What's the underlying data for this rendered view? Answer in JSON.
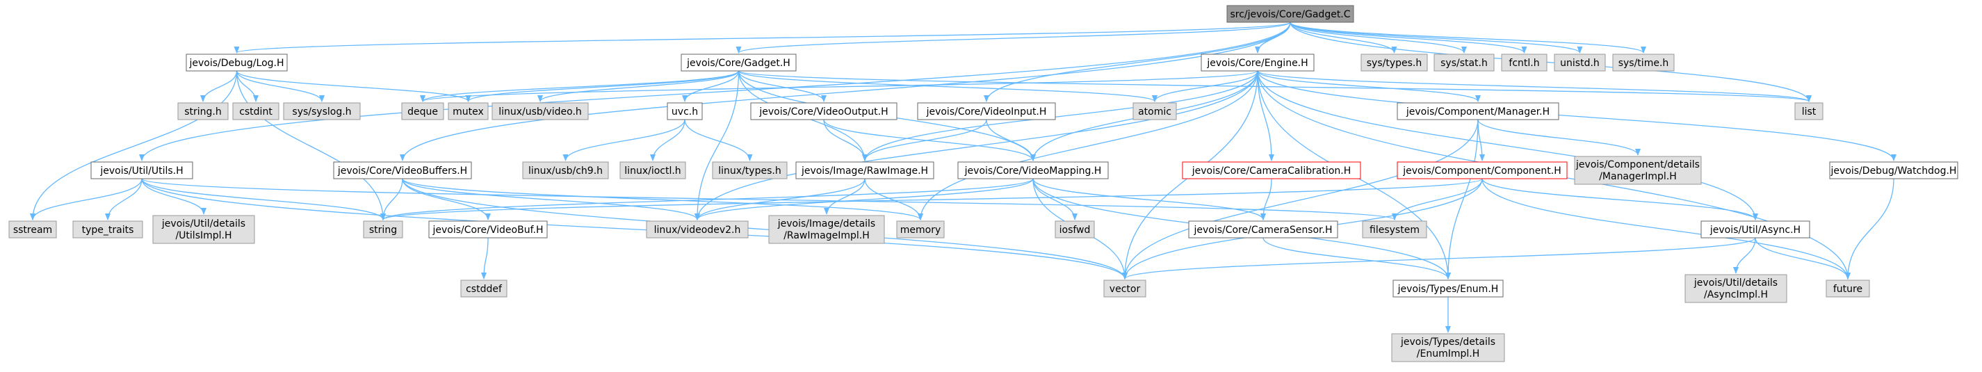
{
  "graph_title": "src/jevois/Core/Gadget.C",
  "colors": {
    "root_fill": "#999999",
    "documented_border": "#666666",
    "undocumented_fill": "#e0e0e0",
    "highlight_border": "#ff0000",
    "edge": "#63b8ff"
  },
  "nodes": {
    "gadget_c": {
      "label": "src/jevois/Core/Gadget.C",
      "kind": "root"
    },
    "log_h": {
      "label": "jevois/Debug/Log.H",
      "kind": "doc"
    },
    "gadget_h": {
      "label": "jevois/Core/Gadget.H",
      "kind": "doc"
    },
    "engine_h": {
      "label": "jevois/Core/Engine.H",
      "kind": "doc"
    },
    "sys_types": {
      "label": "sys/types.h",
      "kind": "sys"
    },
    "sys_stat": {
      "label": "sys/stat.h",
      "kind": "sys"
    },
    "fcntl": {
      "label": "fcntl.h",
      "kind": "sys"
    },
    "unistd": {
      "label": "unistd.h",
      "kind": "sys"
    },
    "sys_time": {
      "label": "sys/time.h",
      "kind": "sys"
    },
    "string_h": {
      "label": "string.h",
      "kind": "sys"
    },
    "cstdint": {
      "label": "cstdint",
      "kind": "sys"
    },
    "syslog": {
      "label": "sys/syslog.h",
      "kind": "sys"
    },
    "deque": {
      "label": "deque",
      "kind": "sys"
    },
    "mutex": {
      "label": "mutex",
      "kind": "sys"
    },
    "usb_video": {
      "label": "linux/usb/video.h",
      "kind": "sys"
    },
    "uvc_h": {
      "label": "uvc.h",
      "kind": "doc"
    },
    "videooutput_h": {
      "label": "jevois/Core/VideoOutput.H",
      "kind": "doc"
    },
    "videoinput_h": {
      "label": "jevois/Core/VideoInput.H",
      "kind": "doc"
    },
    "atomic": {
      "label": "atomic",
      "kind": "sys"
    },
    "compmgr_h": {
      "label": "jevois/Component/Manager.H",
      "kind": "doc"
    },
    "list": {
      "label": "list",
      "kind": "sys"
    },
    "utils_h": {
      "label": "jevois/Util/Utils.H",
      "kind": "doc"
    },
    "videobuffers_h": {
      "label": "jevois/Core/VideoBuffers.H",
      "kind": "doc"
    },
    "usb_ch9": {
      "label": "linux/usb/ch9.h",
      "kind": "sys"
    },
    "ioctl": {
      "label": "linux/ioctl.h",
      "kind": "sys"
    },
    "linux_types": {
      "label": "linux/types.h",
      "kind": "sys"
    },
    "rawimage_h": {
      "label": "jevois/Image/RawImage.H",
      "kind": "doc"
    },
    "videomapping_h": {
      "label": "jevois/Core/VideoMapping.H",
      "kind": "doc"
    },
    "camcal_h": {
      "label": "jevois/Core/CameraCalibration.H",
      "kind": "red"
    },
    "component_h": {
      "label": "jevois/Component/Component.H",
      "kind": "red"
    },
    "mgrimpl_h": {
      "label": [
        "jevois/Component/details",
        "/ManagerImpl.H"
      ],
      "kind": "sys"
    },
    "watchdog_h": {
      "label": "jevois/Debug/Watchdog.H",
      "kind": "doc"
    },
    "sstream": {
      "label": "sstream",
      "kind": "sys"
    },
    "type_traits": {
      "label": "type_traits",
      "kind": "sys"
    },
    "utilsimpl_h": {
      "label": [
        "jevois/Util/details",
        "/UtilsImpl.H"
      ],
      "kind": "sys"
    },
    "string": {
      "label": "string",
      "kind": "sys"
    },
    "videobuf_h": {
      "label": "jevois/Core/VideoBuf.H",
      "kind": "doc"
    },
    "videodev2": {
      "label": "linux/videodev2.h",
      "kind": "sys"
    },
    "rawimageimpl_h": {
      "label": [
        "jevois/Image/details",
        "/RawImageImpl.H"
      ],
      "kind": "sys"
    },
    "memory": {
      "label": "memory",
      "kind": "sys"
    },
    "iosfwd": {
      "label": "iosfwd",
      "kind": "sys"
    },
    "camsensor_h": {
      "label": "jevois/Core/CameraSensor.H",
      "kind": "doc"
    },
    "filesystem": {
      "label": "filesystem",
      "kind": "sys"
    },
    "async_h": {
      "label": "jevois/Util/Async.H",
      "kind": "doc"
    },
    "cstddef": {
      "label": "cstddef",
      "kind": "sys"
    },
    "vector": {
      "label": "vector",
      "kind": "sys"
    },
    "enum_h": {
      "label": "jevois/Types/Enum.H",
      "kind": "doc"
    },
    "asyncimpl_h": {
      "label": [
        "jevois/Util/details",
        "/AsyncImpl.H"
      ],
      "kind": "sys"
    },
    "future": {
      "label": "future",
      "kind": "sys"
    },
    "enumimpl_h": {
      "label": [
        "jevois/Types/details",
        "/EnumImpl.H"
      ],
      "kind": "sys"
    }
  },
  "edges": [
    [
      "gadget_c",
      "log_h"
    ],
    [
      "gadget_c",
      "gadget_h"
    ],
    [
      "gadget_c",
      "engine_h"
    ],
    [
      "gadget_c",
      "sys_types"
    ],
    [
      "gadget_c",
      "sys_stat"
    ],
    [
      "gadget_c",
      "fcntl"
    ],
    [
      "gadget_c",
      "unistd"
    ],
    [
      "gadget_c",
      "sys_time"
    ],
    [
      "gadget_c",
      "utils_h"
    ],
    [
      "gadget_c",
      "videobuffers_h"
    ],
    [
      "gadget_c",
      "videoinput_h"
    ],
    [
      "gadget_c",
      "list"
    ],
    [
      "log_h",
      "string_h"
    ],
    [
      "log_h",
      "cstdint"
    ],
    [
      "log_h",
      "syslog"
    ],
    [
      "log_h",
      "mutex"
    ],
    [
      "log_h",
      "sstream"
    ],
    [
      "log_h",
      "string"
    ],
    [
      "gadget_h",
      "deque"
    ],
    [
      "gadget_h",
      "mutex"
    ],
    [
      "gadget_h",
      "usb_video"
    ],
    [
      "gadget_h",
      "uvc_h"
    ],
    [
      "gadget_h",
      "videooutput_h"
    ],
    [
      "gadget_h",
      "atomic"
    ],
    [
      "gadget_h",
      "rawimage_h"
    ],
    [
      "gadget_h",
      "videomapping_h"
    ],
    [
      "gadget_h",
      "videodev2"
    ],
    [
      "gadget_h",
      "list"
    ],
    [
      "engine_h",
      "deque"
    ],
    [
      "engine_h",
      "atomic"
    ],
    [
      "engine_h",
      "compmgr_h"
    ],
    [
      "engine_h",
      "list"
    ],
    [
      "engine_h",
      "watchdog_h"
    ],
    [
      "engine_h",
      "rawimage_h"
    ],
    [
      "engine_h",
      "videomapping_h"
    ],
    [
      "engine_h",
      "camcal_h"
    ],
    [
      "engine_h",
      "memory"
    ],
    [
      "engine_h",
      "vector"
    ],
    [
      "engine_h",
      "future"
    ],
    [
      "engine_h",
      "videodev2"
    ],
    [
      "engine_h",
      "async_h"
    ],
    [
      "engine_h",
      "enum_h"
    ],
    [
      "uvc_h",
      "usb_ch9"
    ],
    [
      "uvc_h",
      "ioctl"
    ],
    [
      "uvc_h",
      "linux_types"
    ],
    [
      "videooutput_h",
      "rawimage_h"
    ],
    [
      "videooutput_h",
      "videomapping_h"
    ],
    [
      "videoinput_h",
      "rawimage_h"
    ],
    [
      "videoinput_h",
      "videomapping_h"
    ],
    [
      "compmgr_h",
      "component_h"
    ],
    [
      "compmgr_h",
      "mgrimpl_h"
    ],
    [
      "compmgr_h",
      "vector"
    ],
    [
      "compmgr_h",
      "enum_h"
    ],
    [
      "utils_h",
      "sstream"
    ],
    [
      "utils_h",
      "type_traits"
    ],
    [
      "utils_h",
      "utilsimpl_h"
    ],
    [
      "utils_h",
      "string"
    ],
    [
      "utils_h",
      "vector"
    ],
    [
      "utils_h",
      "filesystem"
    ],
    [
      "videobuffers_h",
      "string"
    ],
    [
      "videobuffers_h",
      "videobuf_h"
    ],
    [
      "videobuffers_h",
      "videodev2"
    ],
    [
      "videobuffers_h",
      "memory"
    ],
    [
      "videobuffers_h",
      "vector"
    ],
    [
      "videobuf_h",
      "cstddef"
    ],
    [
      "rawimage_h",
      "videodev2"
    ],
    [
      "rawimage_h",
      "rawimageimpl_h"
    ],
    [
      "rawimage_h",
      "memory"
    ],
    [
      "videomapping_h",
      "string"
    ],
    [
      "videomapping_h",
      "videodev2"
    ],
    [
      "videomapping_h",
      "iosfwd"
    ],
    [
      "videomapping_h",
      "vector"
    ],
    [
      "videomapping_h",
      "camsensor_h"
    ],
    [
      "videomapping_h",
      "enum_h"
    ],
    [
      "camcal_h",
      "camsensor_h"
    ],
    [
      "camsensor_h",
      "enum_h"
    ],
    [
      "component_h",
      "string"
    ],
    [
      "component_h",
      "filesystem"
    ],
    [
      "component_h",
      "async_h"
    ],
    [
      "component_h",
      "vector"
    ],
    [
      "component_h",
      "future"
    ],
    [
      "watchdog_h",
      "future"
    ],
    [
      "async_h",
      "vector"
    ],
    [
      "async_h",
      "asyncimpl_h"
    ],
    [
      "async_h",
      "future"
    ],
    [
      "enum_h",
      "enumimpl_h"
    ]
  ]
}
